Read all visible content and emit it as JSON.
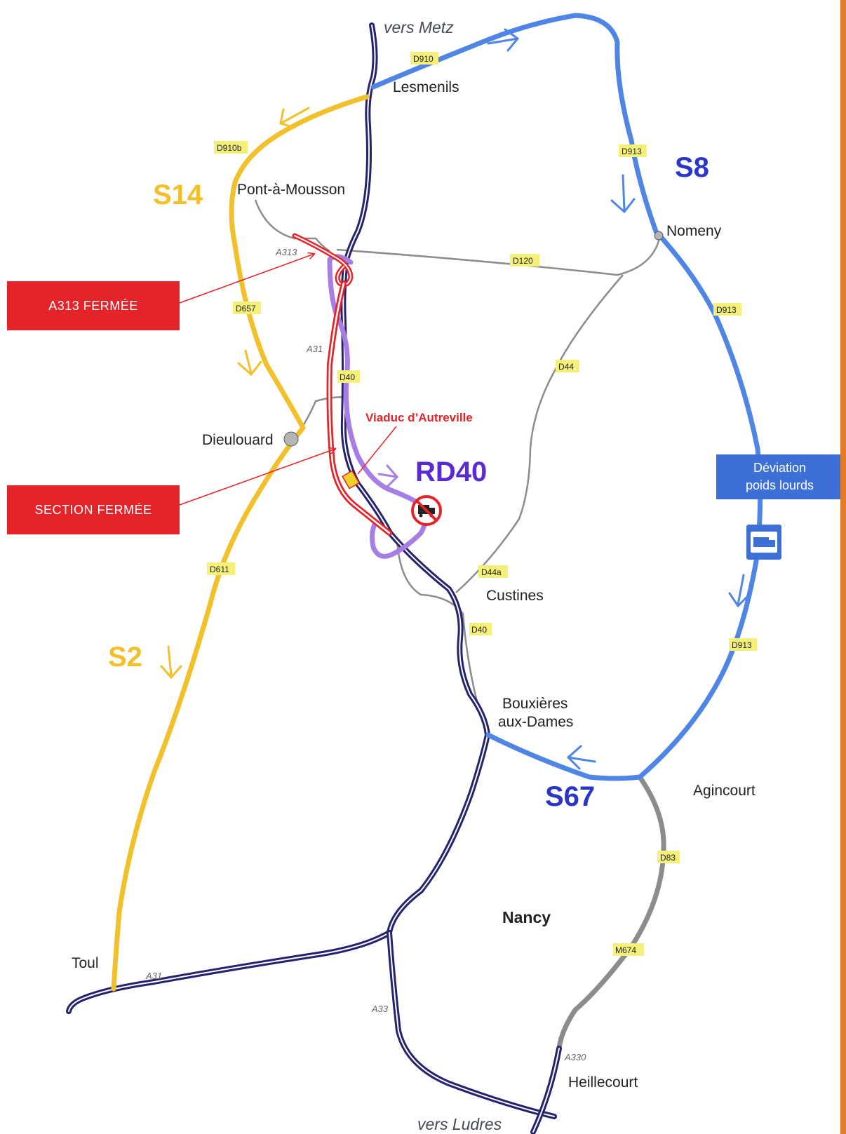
{
  "directions": {
    "north": "vers Metz",
    "south": "vers Ludres"
  },
  "cities": {
    "lesmenils": "Lesmenils",
    "pont_a_mousson": "Pont-à-Mousson",
    "nomeny": "Nomeny",
    "dieulouard": "Dieulouard",
    "custines": "Custines",
    "bouxieres_1": "Bouxières",
    "bouxieres_2": "aux-Dames",
    "agincourt": "Agincourt",
    "nancy": "Nancy",
    "toul": "Toul",
    "heillecourt": "Heillecourt"
  },
  "highways": {
    "a313": "A313",
    "a31_north": "A31",
    "a31_south": "A31",
    "a33": "A33",
    "a330": "A330"
  },
  "roads": {
    "d910": "D910",
    "d910b": "D910b",
    "d913_1": "D913",
    "d913_2": "D913",
    "d913_3": "D913",
    "d120": "D120",
    "d657": "D657",
    "d44": "D44",
    "d40_1": "D40",
    "d40_2": "D40",
    "d44a": "D44a",
    "d611": "D611",
    "d83": "D83",
    "m674": "M674"
  },
  "routes": {
    "s14": "S14",
    "s8": "S8",
    "s2": "S2",
    "s67": "S67",
    "rd40": "RD40"
  },
  "callouts": {
    "a313_closed": "A313 FERMÉE",
    "section_closed": "SECTION FERMÉE"
  },
  "viaduc": "Viaduc d’Autreville",
  "deviation": {
    "line1": "Déviation",
    "line2": "poids lourds"
  },
  "colors": {
    "yellow_route": "#f2c02a",
    "blue_route": "#4f86e6",
    "purple_route": "#a67ee6",
    "closed_red": "#e5242a",
    "motorway": "#25226e",
    "secondary": "#8c8c8c",
    "route_label_blue": "#2a36c8",
    "rd40_label": "#5a2bd3",
    "callout_bg": "#e5242a",
    "deviation_bg": "#3c70d6",
    "label_bg": "#f4f079"
  },
  "icons": {
    "truck_ban": "no-trucks-icon",
    "truck_sign": "truck-sign-icon"
  }
}
